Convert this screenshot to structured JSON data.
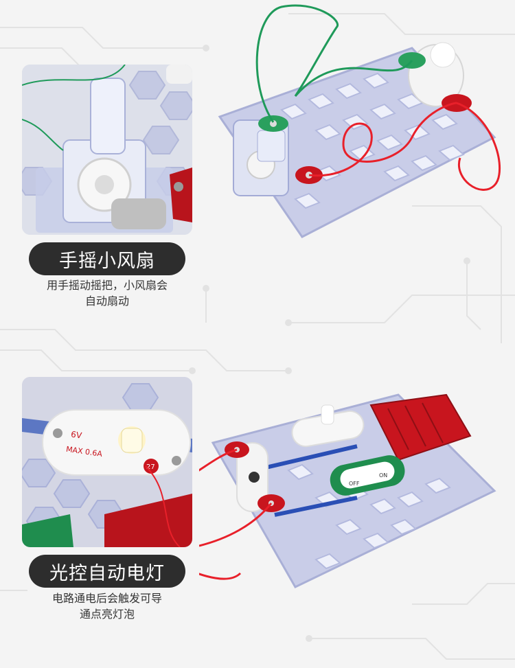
{
  "colors": {
    "background": "#f4f4f4",
    "label_bg": "#2d2d2d",
    "label_text": "#ffffff",
    "desc_text": "#333333",
    "wire_red": "#e8202a",
    "wire_green": "#1f9a5a",
    "board": "#c9cde8"
  },
  "sections": [
    {
      "title": "手摇小风扇",
      "description_lines": [
        "用手摇动摇把，小风扇会",
        "自动扇动"
      ]
    },
    {
      "title": "光控自动电灯",
      "description_lines": [
        "电路通电后会触发可导",
        "通点亮灯泡"
      ]
    }
  ],
  "component_labels": {
    "voltage": "6V",
    "max_current": "MAX 0.6A",
    "part_number": "27",
    "switch_off": "OFF",
    "switch_on": "ON"
  }
}
